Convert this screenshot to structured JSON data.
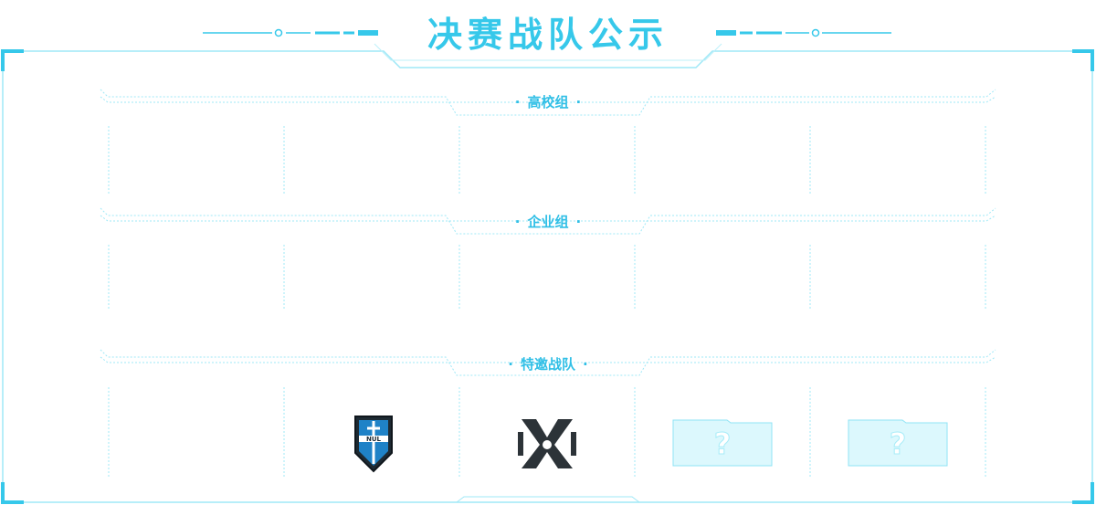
{
  "page": {
    "title": "决赛战队公示",
    "accent_color": "#36c8ea",
    "frame_color": "#8fe3f5"
  },
  "sections": [
    {
      "label": "高校组",
      "cells": [
        "",
        "",
        "",
        "",
        "",
        ""
      ]
    },
    {
      "label": "企业组",
      "cells": [
        "",
        "",
        "",
        "",
        "",
        ""
      ]
    },
    {
      "label": "特邀战队",
      "cells": [
        {
          "type": "empty"
        },
        {
          "type": "empty"
        },
        {
          "type": "logo",
          "icon": "nul-shield-logo-icon",
          "text": "NUL"
        },
        {
          "type": "logo",
          "icon": "x-mark-team-logo-icon"
        },
        {
          "type": "placeholder",
          "icon": "question-mark-icon"
        },
        {
          "type": "placeholder",
          "icon": "question-mark-icon"
        }
      ]
    }
  ]
}
